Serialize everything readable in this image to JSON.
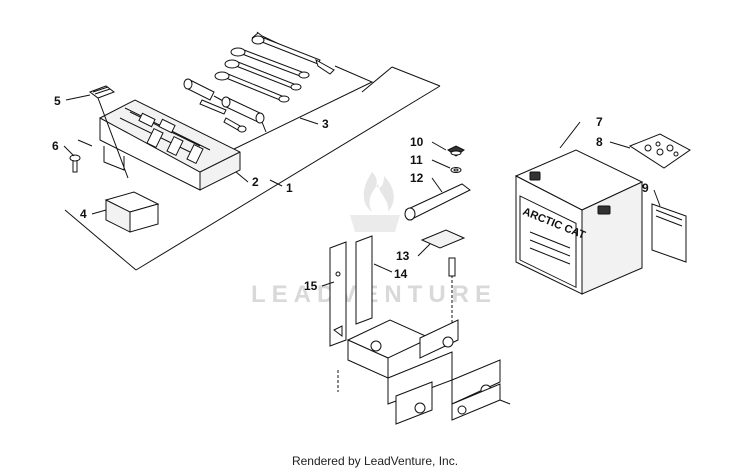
{
  "callouts": {
    "c1": "1",
    "c2": "2",
    "c3": "3",
    "c4": "4",
    "c5": "5",
    "c6": "6",
    "c7": "7",
    "c8": "8",
    "c9": "9",
    "c10": "10",
    "c11": "11",
    "c12": "12",
    "c13": "13",
    "c14": "14",
    "c15": "15"
  },
  "battery_brand": "ARCTIC CAT",
  "watermark": "LEADVENTURE",
  "footer": "Rendered by LeadVenture, Inc."
}
